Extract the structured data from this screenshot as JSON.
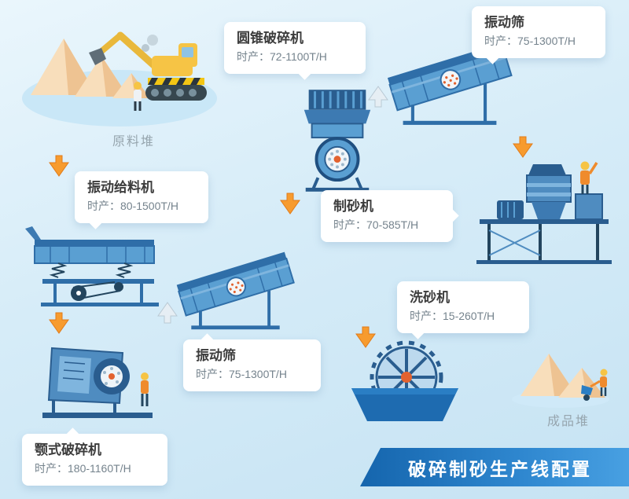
{
  "banner": {
    "title": "破碎制砂生产线配置"
  },
  "nodes": {
    "raw_pile": {
      "label": "原料堆"
    },
    "feeder": {
      "title": "振动给料机",
      "capacity": "时产：80-1500T/H"
    },
    "jaw_crusher": {
      "title": "颚式破碎机",
      "capacity": "时产：180-1160T/H"
    },
    "screen_mid": {
      "title": "振动筛",
      "capacity": "时产：75-1300T/H"
    },
    "cone_crusher": {
      "title": "圆锥破碎机",
      "capacity": "时产：72-1100T/H"
    },
    "screen_top": {
      "title": "振动筛",
      "capacity": "时产：75-1300T/H"
    },
    "sand_maker": {
      "title": "制砂机",
      "capacity": "时产：70-585T/H"
    },
    "sand_washer": {
      "title": "洗砂机",
      "capacity": "时产：15-260T/H"
    },
    "product_pile": {
      "label": "成品堆"
    }
  },
  "icons": {
    "flow_down_arrow": "orange-down-arrow",
    "flow_up_arrow": "light-up-arrow"
  },
  "colors": {
    "accent_orange": "#f79b2e",
    "machine_blue": "#4f8cc0",
    "machine_blue_dark": "#2a5d8f",
    "banner_start": "#1565ad",
    "banner_end": "#48a0e2",
    "sand": "#f8debb",
    "background": "#d6ecf8"
  }
}
